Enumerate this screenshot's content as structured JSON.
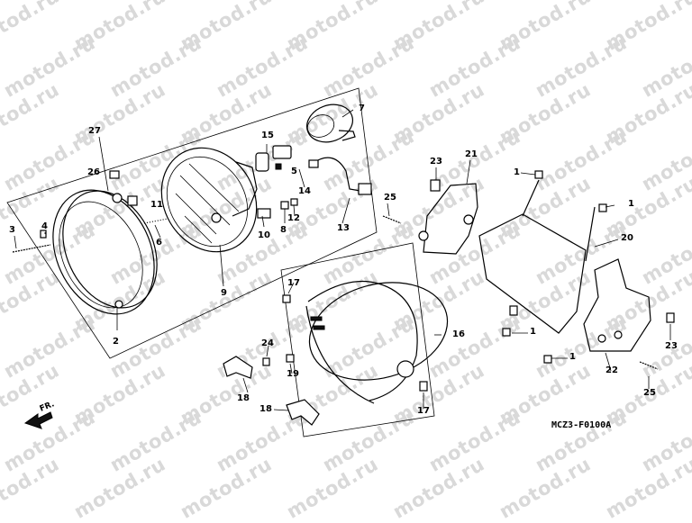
{
  "watermark": "motod.ru",
  "diagram_code": "MCZ3-F0100A",
  "direction_label": "FR.",
  "labels": {
    "l1a": "1",
    "l1b": "1",
    "l1c": "1",
    "l1d": "1",
    "l2": "2",
    "l3": "3",
    "l4": "4",
    "l5": "5",
    "l6": "6",
    "l7": "7",
    "l8": "8",
    "l9": "9",
    "l10": "10",
    "l11": "11",
    "l12": "12",
    "l13": "13",
    "l14": "14",
    "l15": "15",
    "l16": "16",
    "l17a": "17",
    "l17b": "17",
    "l18a": "18",
    "l18b": "18",
    "l19": "19",
    "l20": "20",
    "l21": "21",
    "l22": "22",
    "l23a": "23",
    "l23b": "23",
    "l24": "24",
    "l25a": "25",
    "l25b": "25",
    "l26": "26",
    "l27": "27"
  }
}
